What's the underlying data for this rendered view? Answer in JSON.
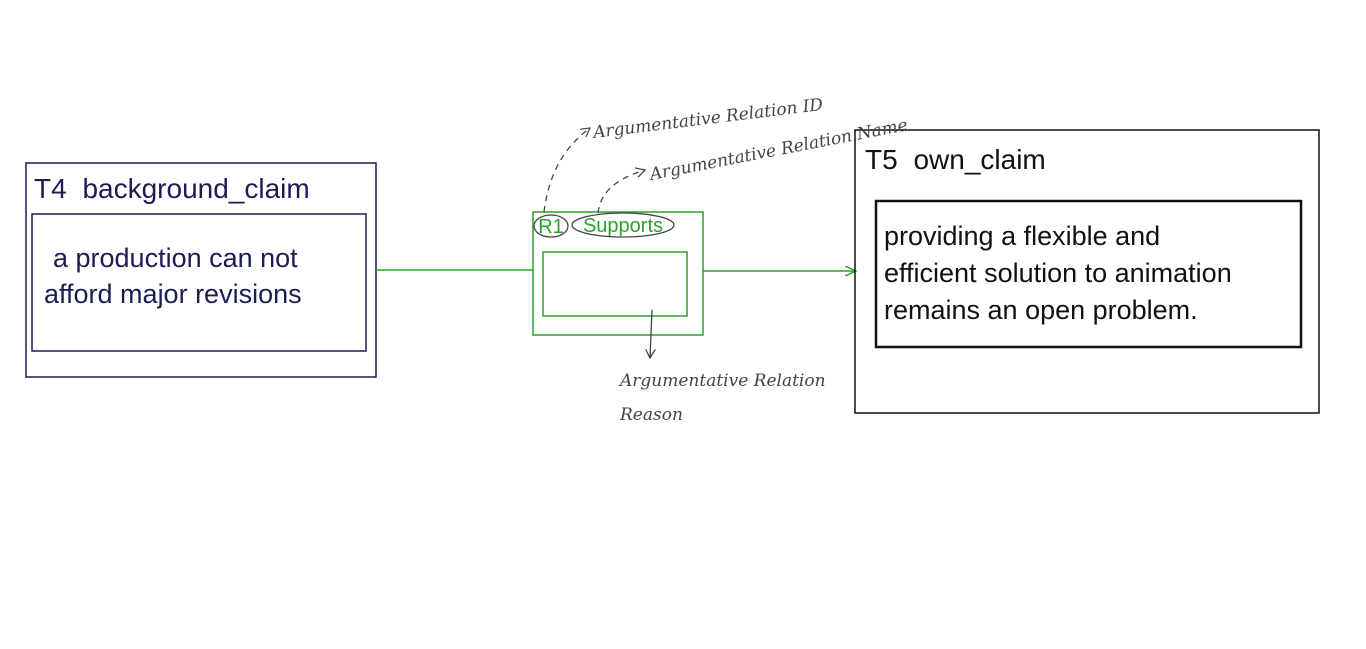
{
  "colors": {
    "t4": "#1c1c55",
    "t5": "#111111",
    "relation": "#2ea02e",
    "annotation": "#444444"
  },
  "t4": {
    "id": "T4",
    "label": "background_claim",
    "text_lines": [
      "a production can not",
      "afford major revisions"
    ]
  },
  "t5": {
    "id": "T5",
    "label": "own_claim",
    "text_lines": [
      "providing a flexible and",
      "efficient solution to animation",
      "remains an open problem."
    ]
  },
  "relation": {
    "id": "R1",
    "name": "Supports",
    "reason": ""
  },
  "annotations": {
    "relation_id": "Argumentative Relation ID",
    "relation_name": "Argumentative Relation Name",
    "relation_reason_lines": [
      "Argumentative Relation",
      "Reason"
    ]
  }
}
